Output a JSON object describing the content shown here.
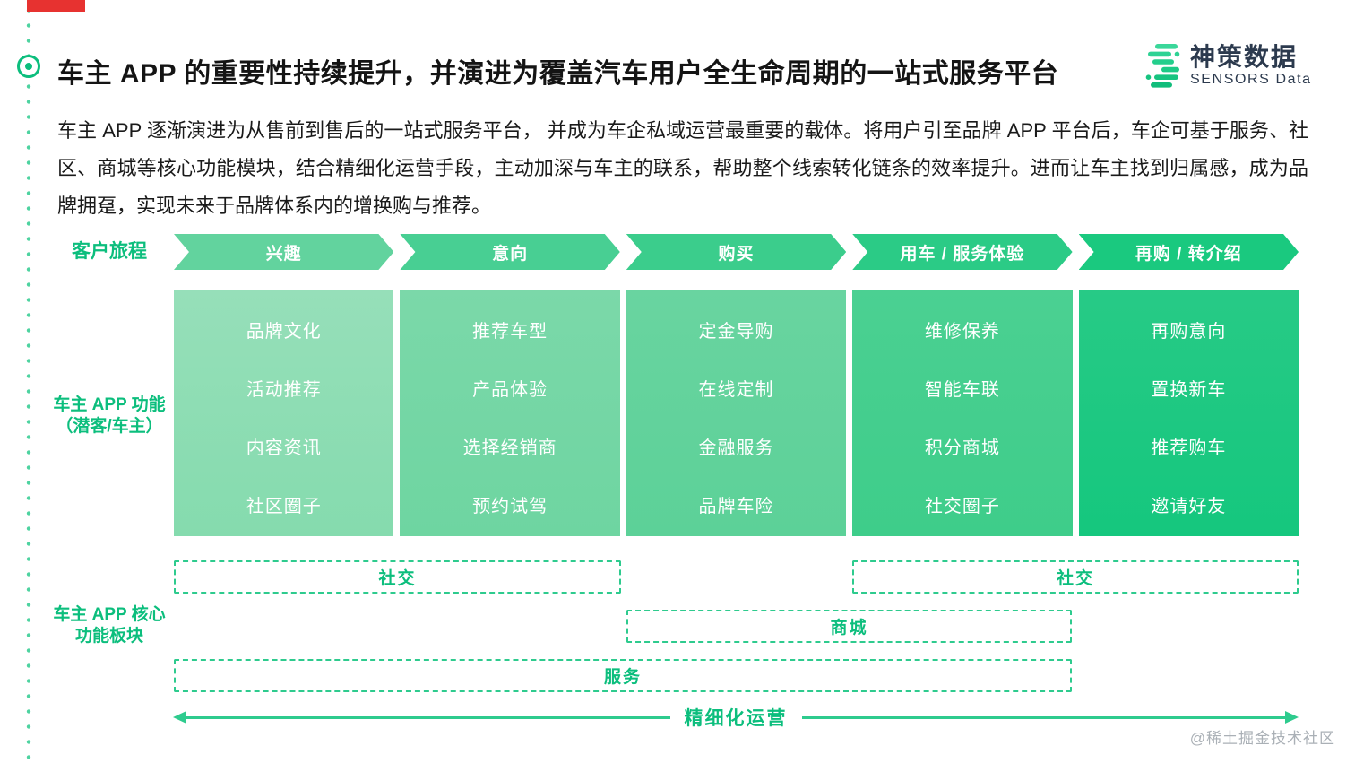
{
  "page": {
    "title": "车主 APP 的重要性持续提升，并演进为覆盖汽车用户全生命周期的一站式服务平台",
    "paragraph": "车主 APP 逐渐演进为从售前到售后的一站式服务平台， 并成为车企私域运营最重要的载体。将用户引至品牌 APP 平台后，车企可基于服务、社区、商城等核心功能模块，结合精细化运营手段，主动加深与车主的联系，帮助整个线索转化链条的效率提升。进而让车主找到归属感，成为品牌拥趸，实现未来于品牌体系内的增换购与推荐。",
    "watermark": "@稀土掘金技术社区"
  },
  "logo": {
    "cn": "神策数据",
    "en": "SENSORS Data"
  },
  "journey": {
    "label": "客户旅程",
    "stages": [
      {
        "label": "兴趣",
        "color": "#62d39e"
      },
      {
        "label": "意向",
        "color": "#48cf93"
      },
      {
        "label": "购买",
        "color": "#3bcd8c"
      },
      {
        "label": "用车 / 服务体验",
        "color": "#2bcb86"
      },
      {
        "label": "再购 / 转介绍",
        "color": "#1ac97f"
      }
    ]
  },
  "features": {
    "label_line1": "车主 APP 功能",
    "label_line2": "（潜客/车主）",
    "columns": [
      {
        "items": [
          "品牌文化",
          "活动推荐",
          "内容资讯",
          "社区圈子"
        ],
        "color_top": "#96dfb9",
        "color_bottom": "#85dbae"
      },
      {
        "items": [
          "推荐车型",
          "产品体验",
          "选择经销商",
          "预约试驾"
        ],
        "color_top": "#7bd8a9",
        "color_bottom": "#6ed5a1"
      },
      {
        "items": [
          "定金导购",
          "在线定制",
          "金融服务",
          "品牌车险"
        ],
        "color_top": "#69d4a0",
        "color_bottom": "#5cd198"
      },
      {
        "items": [
          "维修保养",
          "智能车联",
          "积分商城",
          "社交圈子"
        ],
        "color_top": "#4bd092",
        "color_bottom": "#3ecd8a"
      },
      {
        "items": [
          "再购意向",
          "置换新车",
          "推荐购车",
          "邀请好友"
        ],
        "color_top": "#27ca86",
        "color_bottom": "#15c77e"
      }
    ]
  },
  "modules": {
    "label_line1": "车主 APP 核心",
    "label_line2": "功能板块",
    "boxes": [
      {
        "label": "社交"
      },
      {
        "label": "社交"
      },
      {
        "label": "商城"
      },
      {
        "label": "服务"
      }
    ]
  },
  "footer": {
    "arrow_label": "精细化运营"
  },
  "colors": {
    "accent_green": "#0cbe7d",
    "dash_green": "#2ecb8e",
    "flag_red": "#e73230",
    "logo_navy": "#2c3a4e",
    "watermark_gray": "#aab0b6",
    "title_black": "#141414"
  }
}
